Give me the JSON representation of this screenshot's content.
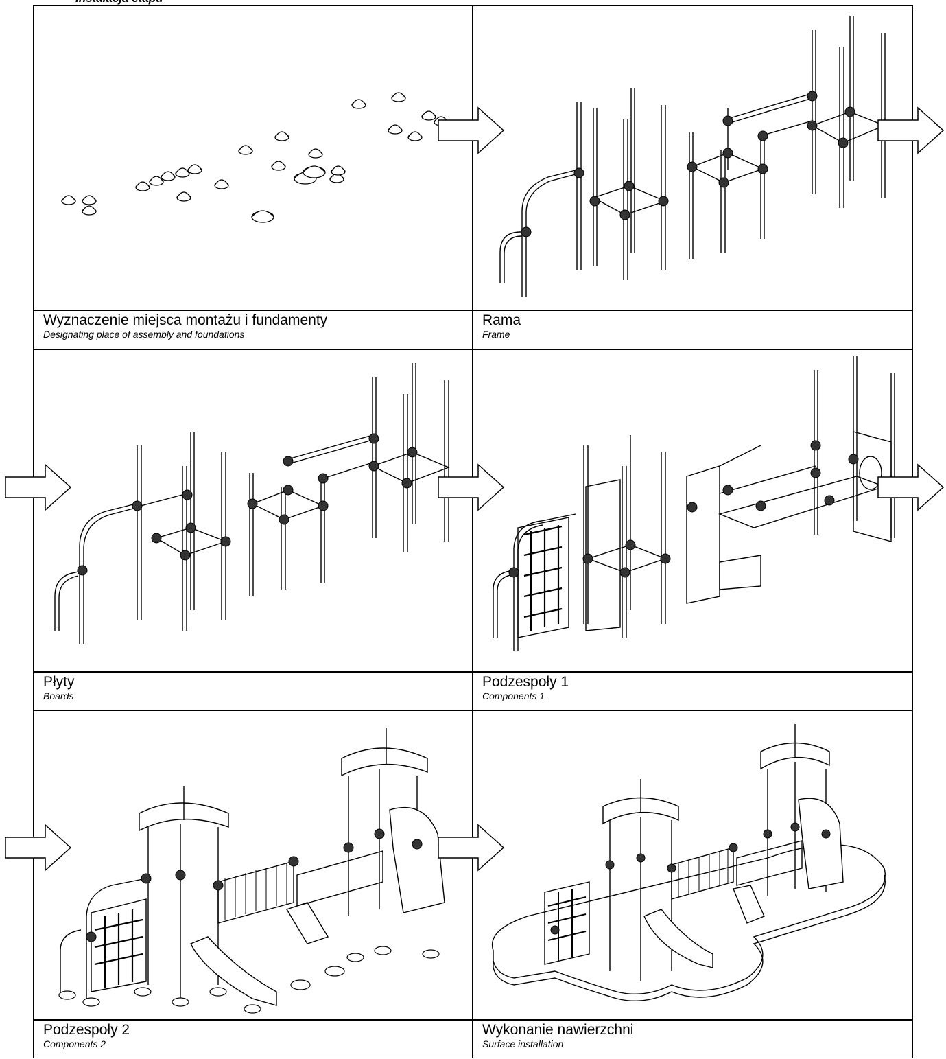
{
  "header": {
    "text": "Instalacja  etapu"
  },
  "panels": [
    {
      "title": "Wyznaczenie miejsca montażu i fundamenty",
      "subtitle": "Designating  place of assembly and foundations"
    },
    {
      "title": "Rama",
      "subtitle": "Frame"
    },
    {
      "title": "Płyty",
      "subtitle": "Boards"
    },
    {
      "title": "Podzespoły 1",
      "subtitle": "Components 1"
    },
    {
      "title": "Podzespoły 2",
      "subtitle": "Components 2"
    },
    {
      "title": "Wykonanie nawierzchni",
      "subtitle": "Surface installation"
    }
  ],
  "icons": {
    "arrow": "right-arrow-icon"
  }
}
